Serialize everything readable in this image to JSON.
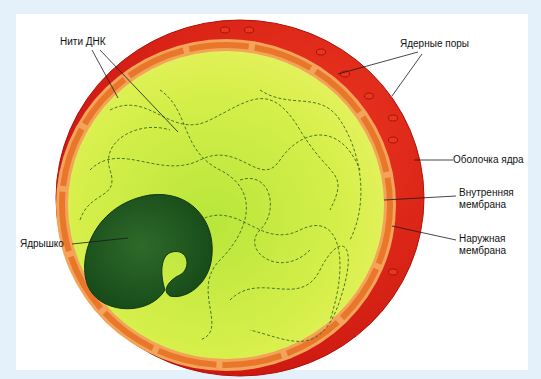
{
  "diagram": {
    "labels": [
      "Нити ДНК",
      "Ядерные поры",
      "Оболочка ядра",
      "Внутренняя мембрана",
      "Наружная мембрана",
      "Ядрышко"
    ]
  }
}
